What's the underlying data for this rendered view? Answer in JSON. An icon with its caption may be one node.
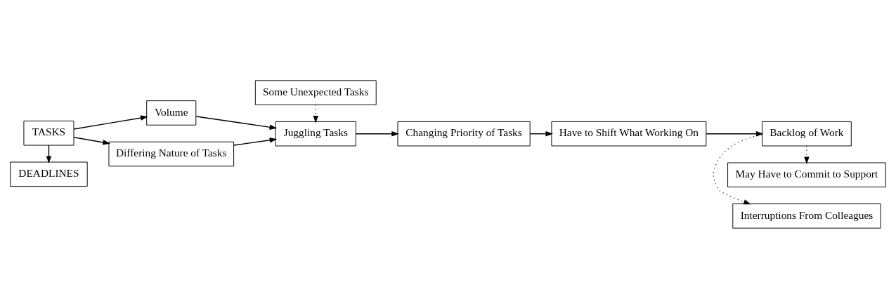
{
  "diagram": {
    "nodes": [
      {
        "text": [
          "DEADLINES"
        ]
      },
      {
        "text": [
          "Volume"
        ]
      },
      {
        "text": [
          "TASKS"
        ]
      },
      {
        "text": [
          "Juggling Tasks"
        ]
      },
      {
        "text": [
          "Changing Priority of Tasks"
        ]
      },
      {
        "text": [
          "Have to Shift What Working On"
        ]
      },
      {
        "text": [
          "Backlog of Work"
        ]
      },
      {
        "text": [
          "Differing Nature of Tasks"
        ]
      },
      {
        "text": [
          "Some Unexpected Tasks"
        ]
      },
      {
        "text": [
          "Interruptions From Colleagues"
        ]
      },
      {
        "text": [
          "May Have to Commit to Support"
        ]
      }
    ],
    "edges": [
      {
        "from": 2,
        "to": 0,
        "arrow": "to"
      },
      {
        "from": 2,
        "to": 1,
        "arrow": "to"
      },
      {
        "from": 2,
        "to": 7,
        "arrow": "to"
      },
      {
        "from": 1,
        "to": 3,
        "arrow": "to"
      },
      {
        "from": 7,
        "to": 3,
        "arrow": "to"
      },
      {
        "from": 8,
        "to": 3,
        "arrow": "to",
        "style": "dashed"
      },
      {
        "from": 3,
        "to": 4,
        "arrow": "to"
      },
      {
        "from": 4,
        "to": 5,
        "arrow": "to"
      },
      {
        "from": 5,
        "to": 6,
        "arrow": "to"
      },
      {
        "from": 6,
        "to": 9,
        "arrow": "to",
        "style": "dashed"
      },
      {
        "from": 6,
        "to": 10,
        "arrow": "to",
        "style": "dashed"
      }
    ]
  }
}
